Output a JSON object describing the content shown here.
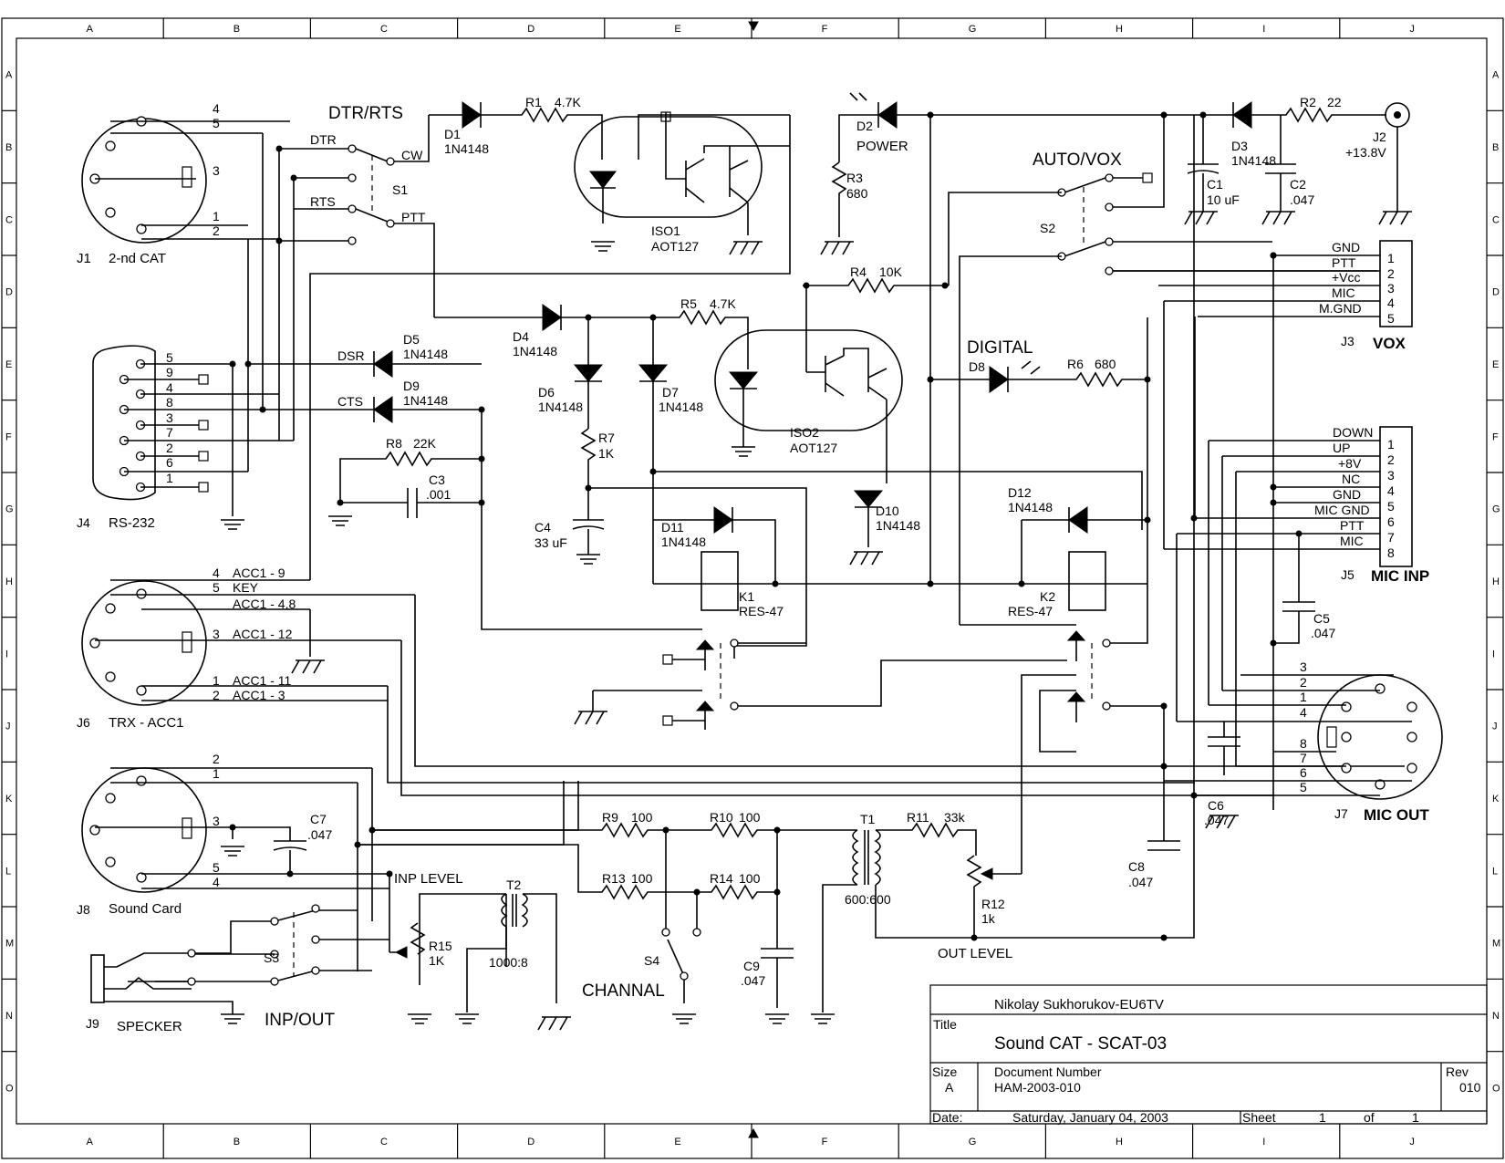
{
  "grid": {
    "cols": [
      "A",
      "B",
      "C",
      "D",
      "E",
      "F",
      "G",
      "H",
      "I",
      "J"
    ],
    "rows": [
      "A",
      "B",
      "C",
      "D",
      "E",
      "F",
      "G",
      "H",
      "I",
      "J",
      "K",
      "L",
      "M",
      "N",
      "O"
    ]
  },
  "labels": {
    "dtr_rts": "DTR/RTS",
    "dtr": "DTR",
    "rts": "RTS",
    "cw": "CW",
    "ptt": "PTT",
    "s1": "S1",
    "d1": "D1",
    "d1v": "1N4148",
    "r1": "R1",
    "r1v": "4.7K",
    "iso1": "ISO1",
    "iso1v": "AOT127",
    "d2": "D2",
    "power": "POWER",
    "r3": "R3",
    "r3v": "680",
    "d3": "D3",
    "d3v": "1N4148",
    "r2": "R2",
    "r2v": "22",
    "j2": "J2",
    "j2v": "+13.8V",
    "c1": "C1",
    "c1v": "10 uF",
    "c2": "C2",
    "c2v": ".047",
    "auto_vox": "AUTO/VOX",
    "s2": "S2",
    "r4": "R4",
    "r4v": "10K",
    "j1": "J1",
    "j1n": "2-nd CAT",
    "d4": "D4",
    "d4v": "1N4148",
    "r5": "R5",
    "r5v": "4.7K",
    "d6": "D6",
    "d6v": "1N4148",
    "d7": "D7",
    "d7v": "1N4148",
    "r7": "R7",
    "r7v": "1K",
    "c4": "C4",
    "c4v": "33 uF",
    "iso2": "ISO2",
    "iso2v": "AOT127",
    "digital": "DIGITAL",
    "d8": "D8",
    "r6": "R6",
    "r6v": "680",
    "dsr": "DSR",
    "cts": "CTS",
    "d5": "D5",
    "d5v": "1N4148",
    "d9": "D9",
    "d9v": "1N4148",
    "r8": "R8",
    "r8v": "22K",
    "c3": "C3",
    "c3v": ".001",
    "j4": "J4",
    "j4n": "RS-232",
    "d10": "D10",
    "d10v": "1N4148",
    "d11": "D11",
    "d11v": "1N4148",
    "d12": "D12",
    "d12v": "1N4148",
    "k1": "K1",
    "k1v": "RES-47",
    "k2": "K2",
    "k2v": "RES-47",
    "j3": "J3",
    "vox": "VOX",
    "j5": "J5",
    "mic_inp": "MIC INP",
    "c5": "C5",
    "c5v": ".047",
    "j6": "J6",
    "j6n": "TRX - ACC1",
    "acc_4": "ACC1 - 9",
    "acc_5": "KEY",
    "acc_48": "ACC1 - 4,8",
    "acc_3": "ACC1 - 12",
    "acc_1": "ACC1 - 11",
    "acc_2": "ACC1 - 3",
    "j7": "J7",
    "mic_out": "MIC OUT",
    "c6": "C6",
    "c6v": ".047",
    "j8": "J8",
    "j8n": "Sound Card",
    "c7": "C7",
    "c7v": ".047",
    "inp_level": "INP LEVEL",
    "t2": "T2",
    "t2v": "1000:8",
    "r15": "R15",
    "r15v": "1K",
    "s3": "S3",
    "inp_out": "INP/OUT",
    "j9": "J9",
    "specker": "SPECKER",
    "r9": "R9",
    "r9v": "100",
    "r10": "R10",
    "r10v": "100",
    "r13": "R13",
    "r13v": "100",
    "r14": "R14",
    "r14v": "100",
    "s4": "S4",
    "channal": "CHANNAL",
    "c9": "C9",
    "c9v": ".047",
    "t1": "T1",
    "t1v": "600:600",
    "r11": "R11",
    "r11v": "33k",
    "r12": "R12",
    "r12v": "1k",
    "out_level": "OUT LEVEL",
    "c8": "C8",
    "c8v": ".047"
  },
  "pins": {
    "j1": [
      "4",
      "5",
      "3",
      "1",
      "2"
    ],
    "j4": [
      "5",
      "9",
      "4",
      "8",
      "3",
      "7",
      "2",
      "6",
      "1"
    ],
    "j6": [
      "4",
      "5",
      "3",
      "1",
      "2"
    ],
    "j8": [
      "2",
      "1",
      "3",
      "5",
      "4"
    ],
    "j3": [
      "GND",
      "PTT",
      "+Vcc",
      "MIC",
      "M.GND"
    ],
    "j3n": [
      "1",
      "2",
      "3",
      "4",
      "5"
    ],
    "j5": [
      "DOWN",
      "UP",
      "+8V",
      "NC",
      "GND",
      "MIC GND",
      "PTT",
      "MIC"
    ],
    "j5n": [
      "1",
      "2",
      "3",
      "4",
      "5",
      "6",
      "7",
      "8"
    ],
    "j7": [
      "3",
      "2",
      "1",
      "4",
      "8",
      "7",
      "6",
      "5"
    ]
  },
  "title_block": {
    "author": "Nikolay Sukhorukov-EU6TV",
    "title_label": "Title",
    "title": "Sound CAT - SCAT-03",
    "size_label": "Size",
    "size": "A",
    "docnum_label": "Document Number",
    "docnum": "HAM-2003-010",
    "rev_label": "Rev",
    "rev": "010",
    "date_label": "Date:",
    "date": "Saturday, January 04, 2003",
    "sheet_label": "Sheet",
    "sheet": "1",
    "of_label": "of",
    "of": "1"
  }
}
